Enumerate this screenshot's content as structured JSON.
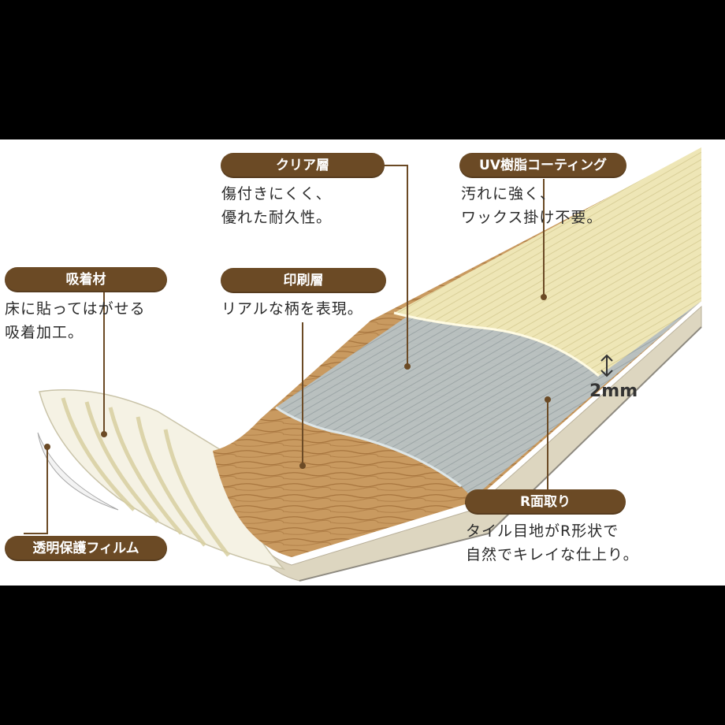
{
  "callouts": {
    "clear": {
      "title": "クリア層",
      "desc": "傷付きにくく、\n優れた耐久性。"
    },
    "uv": {
      "title": "UV樹脂コーティング",
      "desc": "汚れに強く、\nワックス掛け不要。"
    },
    "adhesive": {
      "title": "吸着材",
      "desc": "床に貼ってはがせる\n吸着加工。"
    },
    "print": {
      "title": "印刷層",
      "desc": "リアルな柄を表現。"
    },
    "rbevel": {
      "title": "R面取り",
      "desc": "タイル目地がR形状で\n自然でキレイな仕上り。"
    },
    "film": {
      "title": "透明保護フィルム"
    }
  },
  "thickness": "2mm",
  "colors": {
    "pill": "#6b4a25",
    "wood": "#c89a62",
    "print_layer": "#b9c3c6",
    "uv_layer": "#efe7b8"
  }
}
